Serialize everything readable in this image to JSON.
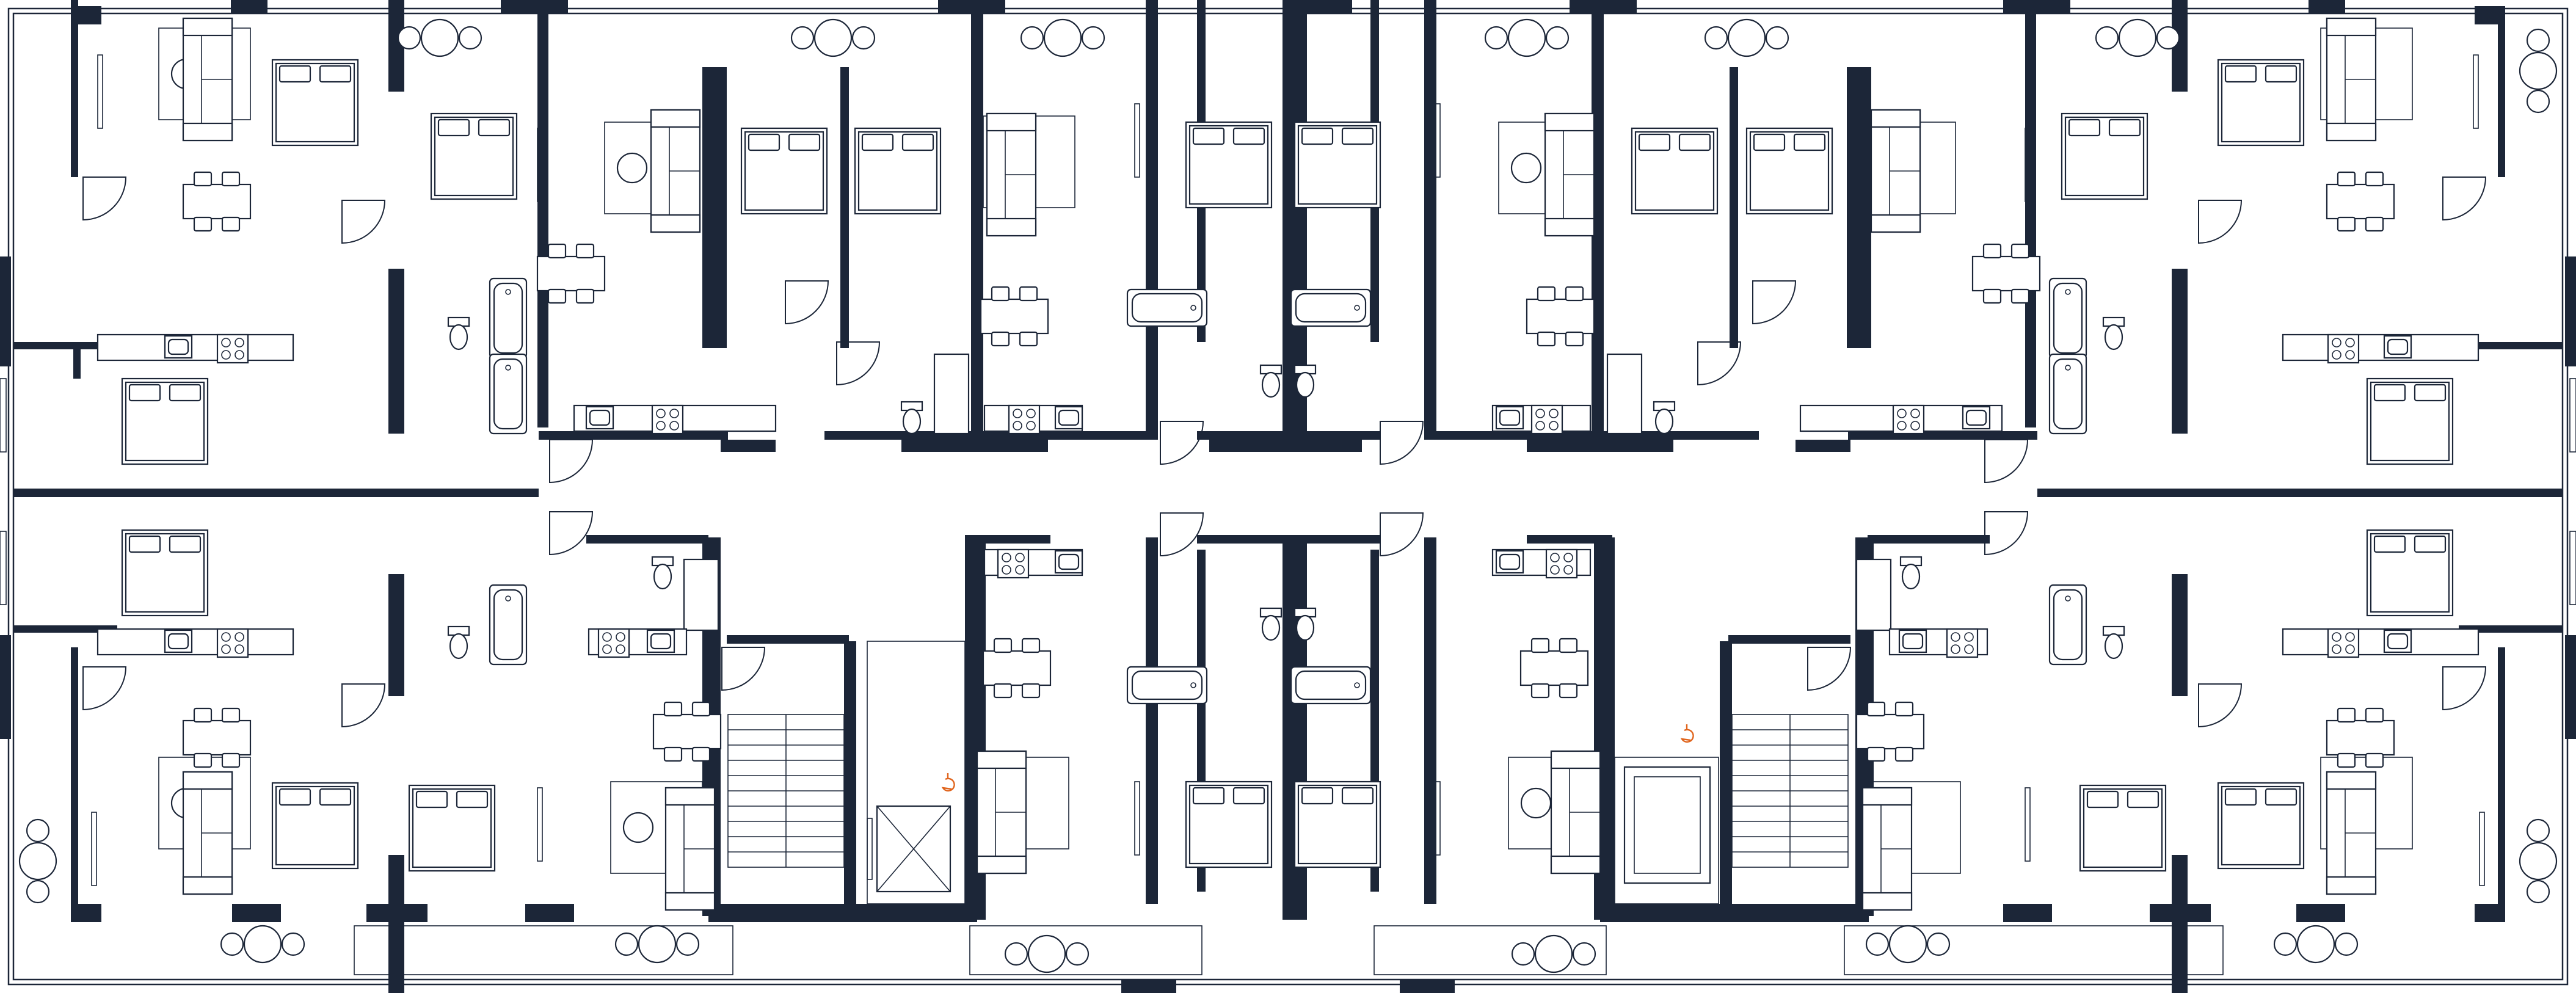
{
  "plan": {
    "type": "residential-floor-plan",
    "colors": {
      "walls": "#1c2638",
      "lines": "#1c2638",
      "background": "#ffffff",
      "lift_marker": "#e0641c"
    },
    "units": [
      {
        "id": "u1",
        "row": "north",
        "position": 1
      },
      {
        "id": "u2",
        "row": "north",
        "position": 2
      },
      {
        "id": "u3",
        "row": "north",
        "position": 3
      },
      {
        "id": "u4",
        "row": "north",
        "position": 4
      },
      {
        "id": "u5",
        "row": "north",
        "position": 5
      },
      {
        "id": "u6",
        "row": "north",
        "position": 6
      },
      {
        "id": "u7",
        "row": "north",
        "position": 7
      },
      {
        "id": "u8",
        "row": "south",
        "position": 1
      },
      {
        "id": "u9",
        "row": "south",
        "position": 2
      },
      {
        "id": "u10",
        "row": "south",
        "position": 3
      },
      {
        "id": "u11",
        "row": "south",
        "position": 4
      },
      {
        "id": "u12",
        "row": "south",
        "position": 5
      },
      {
        "id": "u13",
        "row": "south",
        "position": 6
      },
      {
        "id": "u14",
        "row": "south",
        "position": 7
      }
    ],
    "cores": [
      {
        "id": "core-west",
        "stair": true,
        "lift": true
      },
      {
        "id": "core-east",
        "stair": true,
        "lift": true
      }
    ],
    "icons": [
      "wheelchair-lift-icon",
      "stair-icon",
      "bed-icon",
      "sofa-icon",
      "dining-table-icon",
      "bathtub-icon",
      "toilet-icon",
      "sink-icon",
      "hob-icon",
      "round-table-icon"
    ]
  }
}
